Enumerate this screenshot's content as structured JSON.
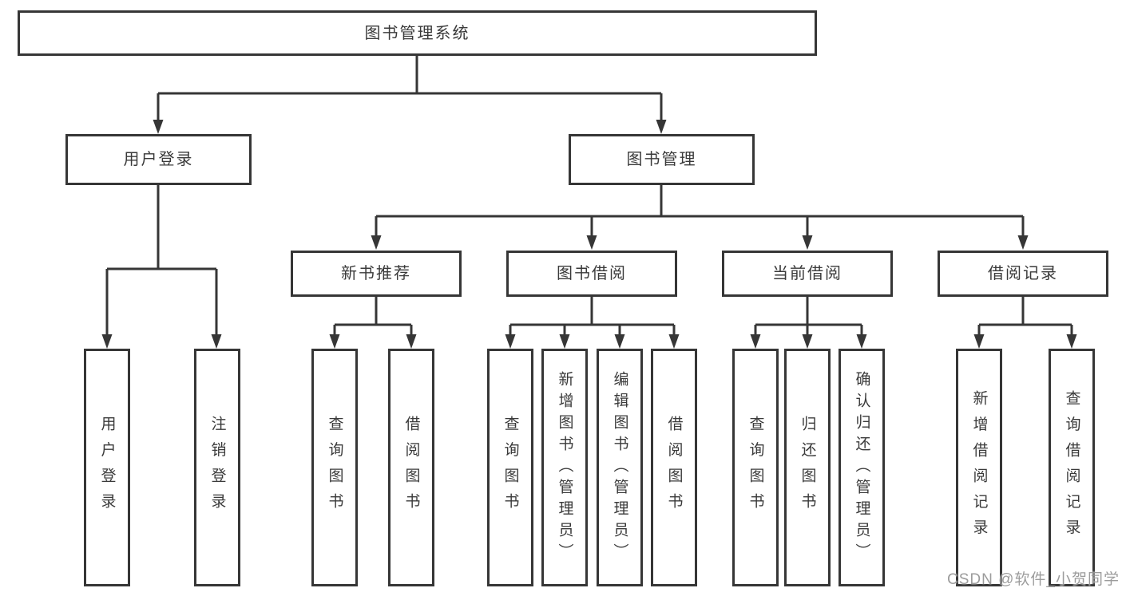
{
  "title": "图书管理系统",
  "tree": {
    "label": "图书管理系统",
    "children": [
      {
        "label": "用户登录",
        "children": [
          {
            "label": "用户登录"
          },
          {
            "label": "注销登录"
          }
        ]
      },
      {
        "label": "图书管理",
        "children": [
          {
            "label": "新书推荐",
            "children": [
              {
                "label": "查询图书"
              },
              {
                "label": "借阅图书"
              }
            ]
          },
          {
            "label": "图书借阅",
            "children": [
              {
                "label": "查询图书"
              },
              {
                "label": "新增图书（管理员）"
              },
              {
                "label": "编辑图书（管理员）"
              },
              {
                "label": "借阅图书"
              }
            ]
          },
          {
            "label": "当前借阅",
            "children": [
              {
                "label": "查询图书"
              },
              {
                "label": "归还图书"
              },
              {
                "label": "确认归还（管理员）"
              }
            ]
          },
          {
            "label": "借阅记录",
            "children": [
              {
                "label": "新增借阅记录"
              },
              {
                "label": "查询借阅记录"
              }
            ]
          }
        ]
      }
    ]
  },
  "watermark": {
    "text": "CSDN @软件_小贺同学"
  },
  "colors": {
    "line": "#363636",
    "text": "#3a3a3a",
    "background": "#ffffff",
    "watermark": "#949494"
  }
}
